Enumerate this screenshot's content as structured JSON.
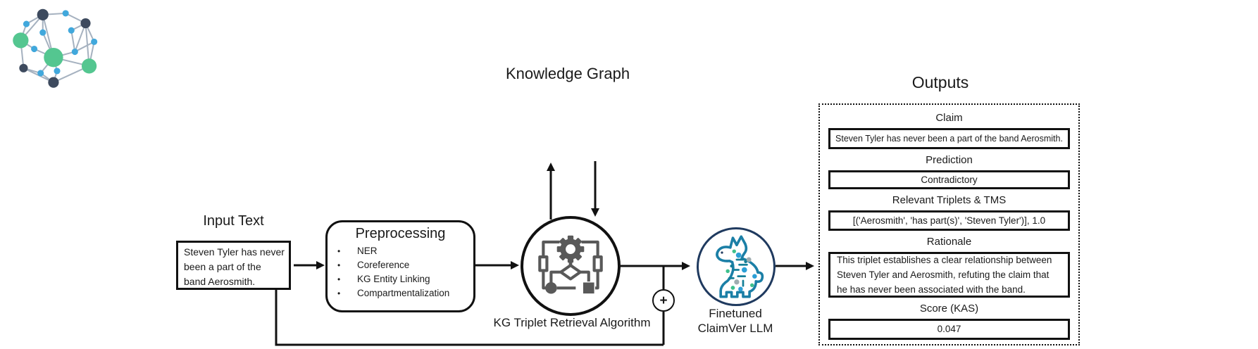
{
  "palette": {
    "line": "#111111",
    "node_navy": "#3d4a5e",
    "node_green": "#54c690",
    "node_blue": "#41a8dc",
    "edge_gray": "#a6b2c0",
    "algorithm_gray": "#595959",
    "llm_ring_navy": "#1f3a5f",
    "llm_teal": "#1b7fa6"
  },
  "icons": {
    "knowledge_graph": "network-graph-icon",
    "retrieval": "gear-flowchart-icon",
    "llm": "circuit-llama-icon",
    "combiner": "plus-circle-icon"
  },
  "input": {
    "heading": "Input Text",
    "text": "Steven Tyler has never been a part of the band Aerosmith."
  },
  "preprocessing": {
    "title": "Preprocessing",
    "items": [
      "NER",
      "Coreference",
      "KG Entity Linking",
      "Compartmentalization"
    ]
  },
  "knowledge_graph": {
    "title": "Knowledge Graph"
  },
  "retrieval": {
    "label": "KG Triplet Retrieval Algorithm"
  },
  "combiner": {
    "symbol": "+"
  },
  "llm": {
    "label_line1": "Finetuned",
    "label_line2": "ClaimVer LLM"
  },
  "outputs": {
    "title": "Outputs",
    "fields": [
      {
        "label": "Claim",
        "value": "Steven Tyler has never been a part of the band Aerosmith."
      },
      {
        "label": "Prediction",
        "value": "Contradictory"
      },
      {
        "label": "Relevant Triplets & TMS",
        "value": "[('Aerosmith', 'has part(s)', 'Steven Tyler')], 1.0"
      },
      {
        "label": "Rationale",
        "value": "This triplet establishes a clear relationship between Steven Tyler and Aerosmith, refuting the claim that he has never been associated with the band."
      },
      {
        "label": "Score (KAS)",
        "value": "0.047"
      }
    ]
  }
}
